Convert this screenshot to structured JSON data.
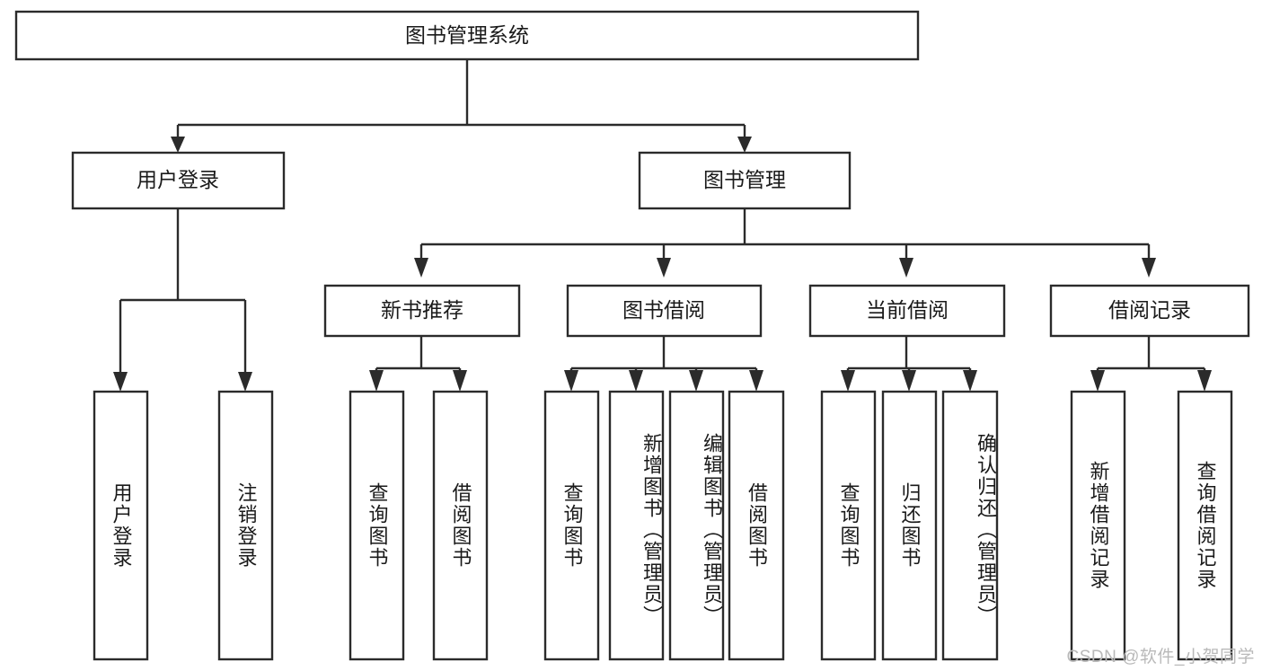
{
  "diagram": {
    "type": "tree",
    "title_text": "图书管理系统",
    "watermark": "CSDN @软件_小贺同学",
    "colors": {
      "stroke": "#2b2b2b",
      "box_fill": "#ffffff",
      "text": "#1a1a1a",
      "watermark": "#b9b9b9",
      "background": "#ffffff"
    },
    "levels": {
      "root": {
        "label": "图书管理系统"
      },
      "level2": [
        {
          "label": "用户登录"
        },
        {
          "label": "图书管理"
        }
      ],
      "level3": [
        {
          "label": "新书推荐"
        },
        {
          "label": "图书借阅"
        },
        {
          "label": "当前借阅"
        },
        {
          "label": "借阅记录"
        }
      ],
      "leaves": [
        {
          "label": "用户登录",
          "parent": "用户登录"
        },
        {
          "label": "注销登录",
          "parent": "用户登录"
        },
        {
          "label": "查询图书",
          "parent": "新书推荐"
        },
        {
          "label": "借阅图书",
          "parent": "新书推荐"
        },
        {
          "label": "查询图书",
          "parent": "图书借阅"
        },
        {
          "label": "新增图书（管理员）",
          "parent": "图书借阅"
        },
        {
          "label": "编辑图书（管理员）",
          "parent": "图书借阅"
        },
        {
          "label": "借阅图书",
          "parent": "图书借阅"
        },
        {
          "label": "查询图书",
          "parent": "当前借阅"
        },
        {
          "label": "归还图书",
          "parent": "当前借阅"
        },
        {
          "label": "确认归还（管理员）",
          "parent": "当前借阅"
        },
        {
          "label": "新增借阅记录",
          "parent": "借阅记录"
        },
        {
          "label": "查询借阅记录",
          "parent": "借阅记录"
        }
      ]
    }
  }
}
